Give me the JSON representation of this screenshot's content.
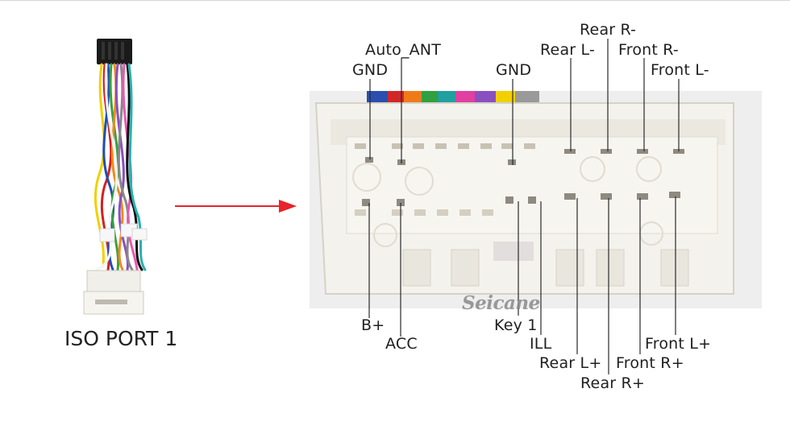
{
  "port_title": "ISO PORT 1",
  "watermark": "Seicane",
  "labels_top": [
    {
      "id": "gnd-left",
      "text": "GND"
    },
    {
      "id": "auto-ant",
      "text": "Auto_ANT"
    },
    {
      "id": "gnd-right",
      "text": "GND"
    },
    {
      "id": "rear-l-minus",
      "text": "Rear L-"
    },
    {
      "id": "rear-r-minus",
      "text": "Rear R-"
    },
    {
      "id": "front-r-minus",
      "text": "Front R-"
    },
    {
      "id": "front-l-minus",
      "text": "Front L-"
    }
  ],
  "labels_bottom": [
    {
      "id": "b-plus",
      "text": "B+"
    },
    {
      "id": "acc",
      "text": "ACC"
    },
    {
      "id": "key-1",
      "text": "Key 1"
    },
    {
      "id": "ill",
      "text": "ILL"
    },
    {
      "id": "rear-l-plus",
      "text": "Rear L+"
    },
    {
      "id": "rear-r-plus",
      "text": "Rear R+"
    },
    {
      "id": "front-r-plus",
      "text": "Front R+"
    },
    {
      "id": "front-l-plus",
      "text": "Front L+"
    }
  ],
  "colors": {
    "arrow": "#e8232a",
    "leader_line": "#2a2a2a",
    "connector_body": "#f3f1ea",
    "connector_shadow": "#cfcbc0"
  }
}
